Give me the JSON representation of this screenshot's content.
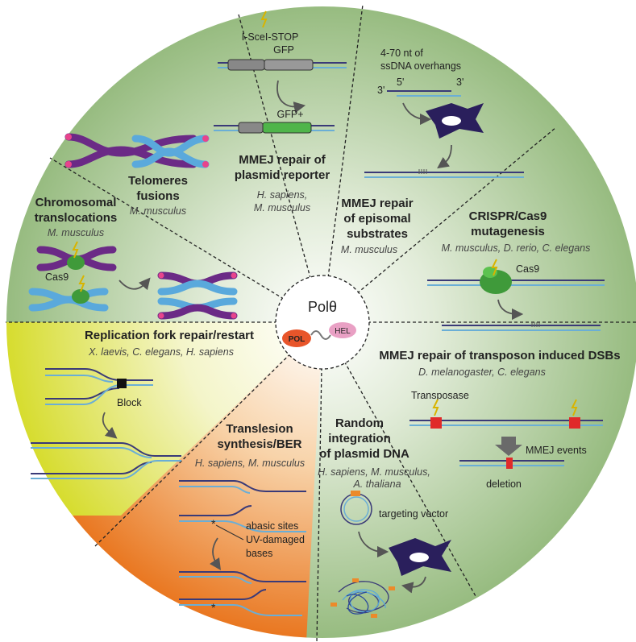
{
  "center": {
    "title": "Polθ",
    "pol": "POL",
    "hel": "HEL"
  },
  "sections": {
    "telomeres": {
      "title": [
        "Telomeres",
        "fusions"
      ],
      "species": "M. musculus"
    },
    "chromosomal": {
      "title": [
        "Chromosomal",
        "translocations"
      ],
      "species": "M. musculus",
      "cas9": "Cas9"
    },
    "plasmid_reporter": {
      "title": [
        "MMEJ repair of",
        "plasmid reporter"
      ],
      "species": [
        "H. sapiens,",
        "M. musculus"
      ],
      "scei": "I-SceI-STOP",
      "gfp": "GFP",
      "gfp_plus": "GFP+"
    },
    "episomal": {
      "title": [
        "MMEJ repair",
        "of episomal",
        "substrates"
      ],
      "species": "M. musculus",
      "overhang": [
        "4-70 nt of",
        "ssDNA overhangs"
      ],
      "three_prime_left": "3'",
      "five_prime": "5'",
      "three_prime_right": "3'"
    },
    "crispr": {
      "title": [
        "CRISPR/Cas9",
        "mutagenesis"
      ],
      "species": "M. musculus, D. rerio, C. elegans",
      "cas9": "Cas9"
    },
    "transposon": {
      "title": "MMEJ repair of transposon induced DSBs",
      "species": "D. melanogaster, C. elegans",
      "transposase": "Transposase",
      "mmej_events": "MMEJ events",
      "deletion": "deletion"
    },
    "random_integration": {
      "title": [
        "Random",
        "integration",
        "of plasmid DNA"
      ],
      "species": [
        "H. sapiens, M. musculus,",
        "A. thaliana"
      ],
      "vector": "targeting vector"
    },
    "tls": {
      "title": [
        "Translesion",
        "synthesis/BER"
      ],
      "species": "H. sapiens, M. musculus",
      "damage": [
        "abasic sites",
        "UV-damaged",
        "bases"
      ]
    },
    "replication": {
      "title": "Replication fork repair/restart",
      "species": "X. laevis, C. elegans, H. sapiens",
      "block": "Block"
    }
  },
  "colors": {
    "green": "#a3c48d",
    "yellow": "#e7e94a",
    "orange": "#ec8a2a",
    "purple": "#6b2a86",
    "blue": "#5aa9dc",
    "pink": "#e8448c",
    "cas9": "#3f9a3a",
    "pol": "#e8552a",
    "hel": "#e9a0c4",
    "dna_dark": "#3a3a78",
    "dna_light": "#6aaed6"
  }
}
